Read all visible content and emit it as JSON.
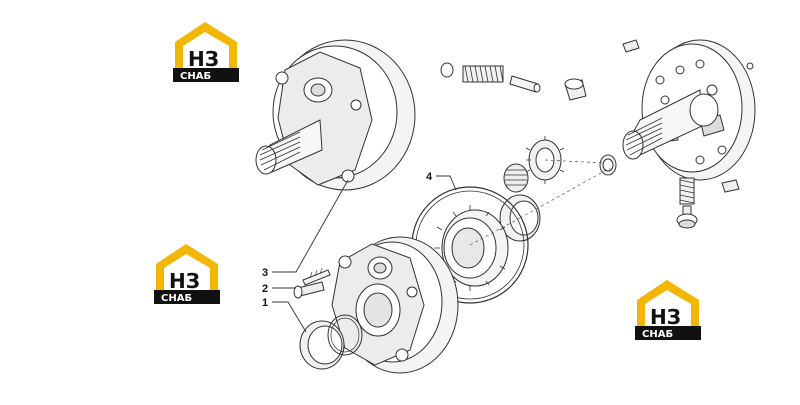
{
  "logo": {
    "letters": "НЗ",
    "word": "СНАБ",
    "color_yellow": "#f2b705",
    "color_dark": "#111111"
  },
  "callouts": [
    {
      "label": "1"
    },
    {
      "label": "2"
    },
    {
      "label": "3"
    },
    {
      "label": "4"
    }
  ],
  "colors": {
    "line": "#333333",
    "fill": "#ffffff",
    "shade": "#e6e6e6"
  }
}
